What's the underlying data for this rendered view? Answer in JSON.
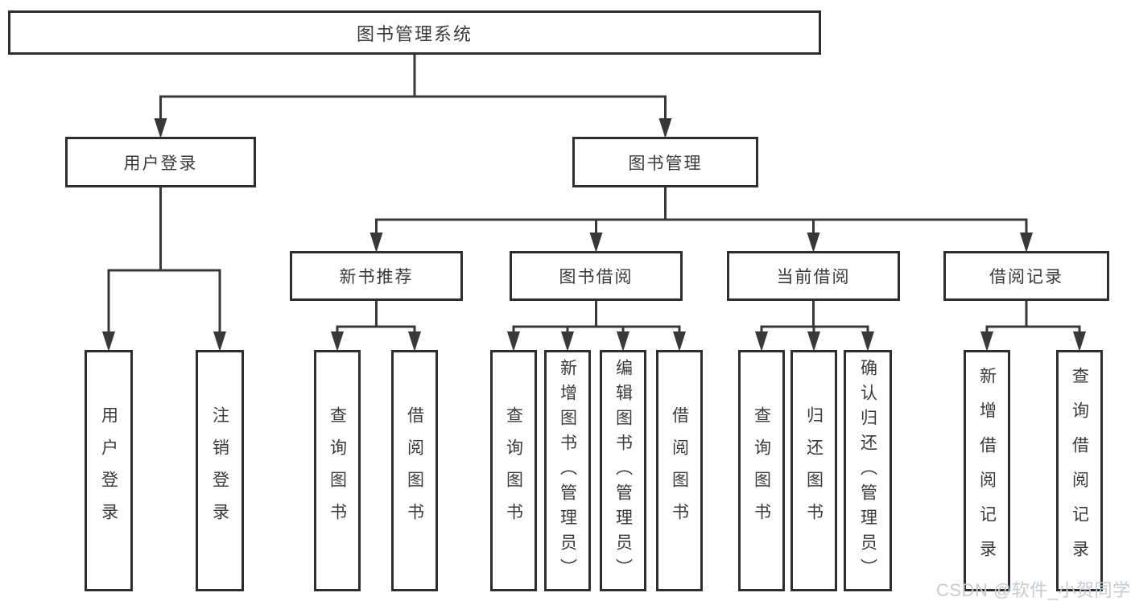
{
  "diagram": {
    "colors": {
      "box_border": "#2e2e2e",
      "line": "#383838",
      "text": "#3a3a3a",
      "background": "#ffffff"
    },
    "nodes": [
      {
        "id": "root",
        "label": "图书管理系统"
      },
      {
        "id": "login",
        "label": "用户登录"
      },
      {
        "id": "mgmt",
        "label": "图书管理"
      },
      {
        "id": "rec",
        "label": "新书推荐"
      },
      {
        "id": "borrow",
        "label": "图书借阅"
      },
      {
        "id": "current",
        "label": "当前借阅"
      },
      {
        "id": "records",
        "label": "借阅记录"
      },
      {
        "id": "login-user",
        "label": "用户登录"
      },
      {
        "id": "login-logout",
        "label": "注销登录"
      },
      {
        "id": "rec-query",
        "label": "查询图书"
      },
      {
        "id": "rec-borrow",
        "label": "借阅图书"
      },
      {
        "id": "bw-query",
        "label": "查询图书"
      },
      {
        "id": "bw-add",
        "label": "新增图书（管理员）"
      },
      {
        "id": "bw-edit",
        "label": "编辑图书（管理员）"
      },
      {
        "id": "bw-borrow",
        "label": "借阅图书"
      },
      {
        "id": "cur-query",
        "label": "查询图书"
      },
      {
        "id": "cur-return",
        "label": "归还图书"
      },
      {
        "id": "cur-confirm",
        "label": "确认归还（管理员）"
      },
      {
        "id": "rec2-add",
        "label": "新增借阅记录"
      },
      {
        "id": "rec2-query",
        "label": "查询借阅记录"
      }
    ],
    "edges": [
      {
        "from": "root",
        "to": [
          "login",
          "mgmt"
        ]
      },
      {
        "from": "login",
        "to": [
          "login-user",
          "login-logout"
        ]
      },
      {
        "from": "mgmt",
        "to": [
          "rec",
          "borrow",
          "current",
          "records"
        ]
      },
      {
        "from": "rec",
        "to": [
          "rec-query",
          "rec-borrow"
        ]
      },
      {
        "from": "borrow",
        "to": [
          "bw-query",
          "bw-add",
          "bw-edit",
          "bw-borrow"
        ]
      },
      {
        "from": "current",
        "to": [
          "cur-query",
          "cur-return",
          "cur-confirm"
        ]
      },
      {
        "from": "records",
        "to": [
          "rec2-add",
          "rec2-query"
        ]
      }
    ]
  },
  "watermark": {
    "text": "CSDN @软件_小贺同学",
    "color": "#c6cbd0"
  }
}
